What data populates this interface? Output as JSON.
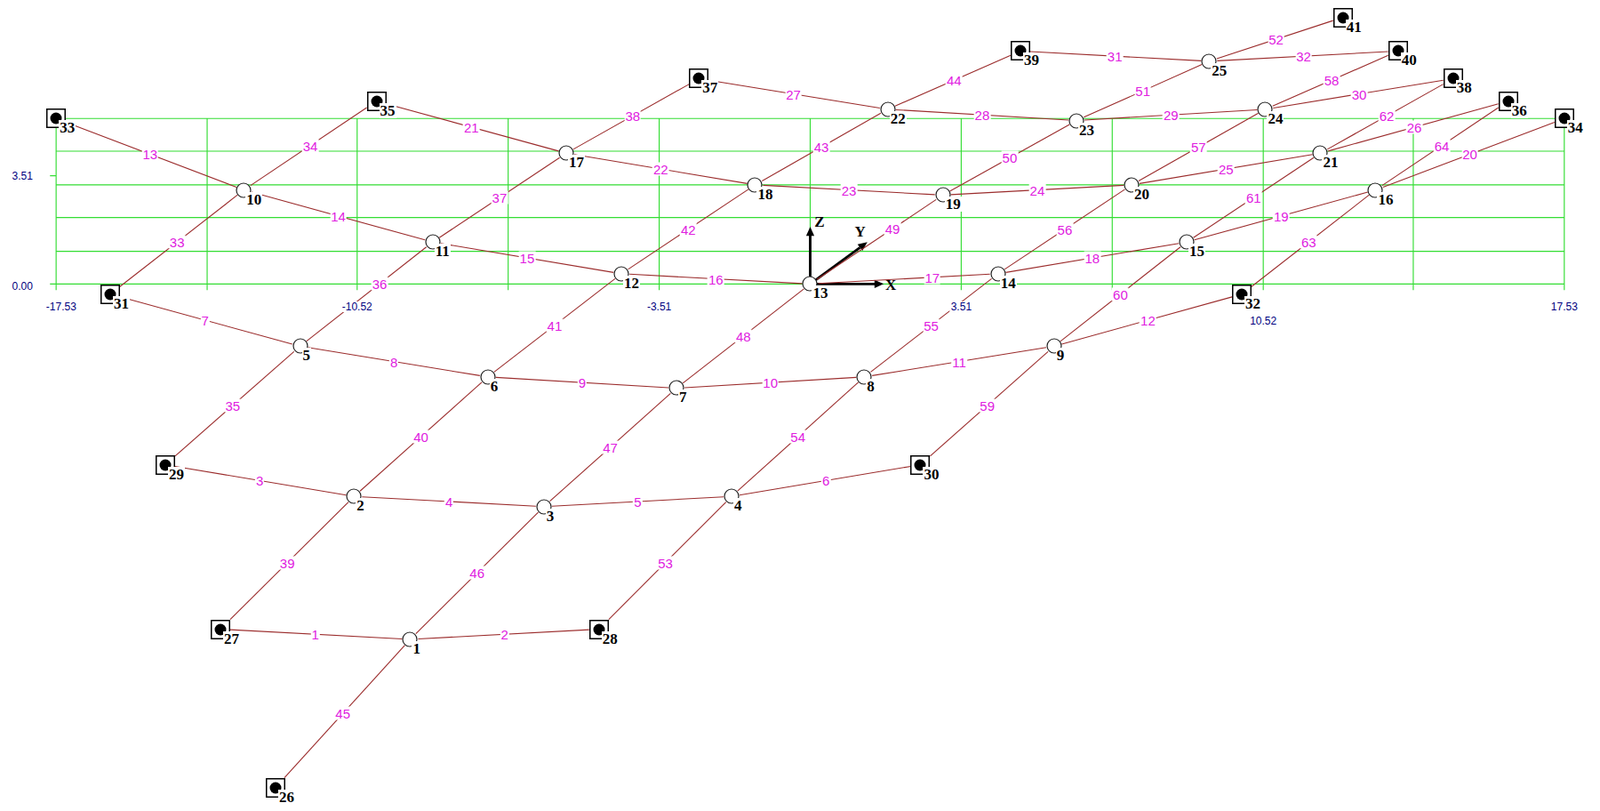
{
  "diagram": {
    "nodes": [
      {
        "text": [
          "1"
        ]
      },
      {
        "text": [
          "2"
        ]
      },
      {
        "text": [
          "3"
        ]
      },
      {
        "text": [
          "4"
        ]
      },
      {
        "text": [
          "5"
        ]
      },
      {
        "text": [
          "6"
        ]
      },
      {
        "text": [
          "7"
        ]
      },
      {
        "text": [
          "8"
        ]
      },
      {
        "text": [
          "9"
        ]
      },
      {
        "text": [
          "10"
        ]
      },
      {
        "text": [
          "11"
        ]
      },
      {
        "text": [
          "12"
        ]
      },
      {
        "text": [
          "13"
        ]
      },
      {
        "text": [
          "14"
        ]
      },
      {
        "text": [
          "15"
        ]
      },
      {
        "text": [
          "16"
        ]
      },
      {
        "text": [
          "17"
        ]
      },
      {
        "text": [
          "18"
        ]
      },
      {
        "text": [
          "19"
        ]
      },
      {
        "text": [
          "20"
        ]
      },
      {
        "text": [
          "21"
        ]
      },
      {
        "text": [
          "22"
        ]
      },
      {
        "text": [
          "23"
        ]
      },
      {
        "text": [
          "24"
        ]
      },
      {
        "text": [
          "25"
        ]
      },
      {
        "text": [
          "26"
        ]
      },
      {
        "text": [
          "27"
        ]
      },
      {
        "text": [
          "28"
        ]
      },
      {
        "text": [
          "29"
        ]
      },
      {
        "text": [
          "30"
        ]
      },
      {
        "text": [
          "31"
        ]
      },
      {
        "text": [
          "32"
        ]
      },
      {
        "text": [
          "33"
        ]
      },
      {
        "text": [
          "34"
        ]
      },
      {
        "text": [
          "35"
        ]
      },
      {
        "text": [
          "36"
        ]
      },
      {
        "text": [
          "37"
        ]
      },
      {
        "text": [
          "38"
        ]
      },
      {
        "text": [
          "39"
        ]
      },
      {
        "text": [
          "40"
        ]
      },
      {
        "text": [
          "41"
        ]
      }
    ],
    "edges": [
      {
        "from": 26,
        "to": 0,
        "arrow": "none",
        "label": "1"
      },
      {
        "from": 0,
        "to": 27,
        "arrow": "none",
        "label": "2"
      },
      {
        "from": 28,
        "to": 1,
        "arrow": "none",
        "label": "3"
      },
      {
        "from": 1,
        "to": 2,
        "arrow": "none",
        "label": "4"
      },
      {
        "from": 2,
        "to": 3,
        "arrow": "none",
        "label": "5"
      },
      {
        "from": 3,
        "to": 29,
        "arrow": "none",
        "label": "6"
      },
      {
        "from": 30,
        "to": 4,
        "arrow": "none",
        "label": "7"
      },
      {
        "from": 4,
        "to": 5,
        "arrow": "none",
        "label": "8"
      },
      {
        "from": 5,
        "to": 6,
        "arrow": "none",
        "label": "9"
      },
      {
        "from": 6,
        "to": 7,
        "arrow": "none",
        "label": "10"
      },
      {
        "from": 7,
        "to": 8,
        "arrow": "none",
        "label": "11"
      },
      {
        "from": 8,
        "to": 31,
        "arrow": "none",
        "label": "12"
      },
      {
        "from": 32,
        "to": 9,
        "arrow": "none",
        "label": "13"
      },
      {
        "from": 9,
        "to": 10,
        "arrow": "none",
        "label": "14"
      },
      {
        "from": 10,
        "to": 11,
        "arrow": "none",
        "label": "15"
      },
      {
        "from": 11,
        "to": 12,
        "arrow": "none",
        "label": "16"
      },
      {
        "from": 12,
        "to": 13,
        "arrow": "none",
        "label": "17"
      },
      {
        "from": 13,
        "to": 14,
        "arrow": "none",
        "label": "18"
      },
      {
        "from": 14,
        "to": 15,
        "arrow": "none",
        "label": "19"
      },
      {
        "from": 15,
        "to": 33,
        "arrow": "none",
        "label": "20"
      },
      {
        "from": 34,
        "to": 16,
        "arrow": "none",
        "label": "21"
      },
      {
        "from": 16,
        "to": 17,
        "arrow": "none",
        "label": "22"
      },
      {
        "from": 17,
        "to": 18,
        "arrow": "none",
        "label": "23"
      },
      {
        "from": 18,
        "to": 19,
        "arrow": "none",
        "label": "24"
      },
      {
        "from": 19,
        "to": 20,
        "arrow": "none",
        "label": "25"
      },
      {
        "from": 20,
        "to": 35,
        "arrow": "none",
        "label": "26"
      },
      {
        "from": 36,
        "to": 21,
        "arrow": "none",
        "label": "27"
      },
      {
        "from": 21,
        "to": 22,
        "arrow": "none",
        "label": "28"
      },
      {
        "from": 22,
        "to": 23,
        "arrow": "none",
        "label": "29"
      },
      {
        "from": 23,
        "to": 37,
        "arrow": "none",
        "label": "30"
      },
      {
        "from": 38,
        "to": 24,
        "arrow": "none",
        "label": "31"
      },
      {
        "from": 24,
        "to": 39,
        "arrow": "none",
        "label": "32"
      },
      {
        "from": 30,
        "to": 9,
        "arrow": "none",
        "label": "33"
      },
      {
        "from": 9,
        "to": 34,
        "arrow": "none",
        "label": "34"
      },
      {
        "from": 28,
        "to": 4,
        "arrow": "none",
        "label": "35"
      },
      {
        "from": 4,
        "to": 10,
        "arrow": "none",
        "label": "36"
      },
      {
        "from": 10,
        "to": 16,
        "arrow": "none",
        "label": "37"
      },
      {
        "from": 16,
        "to": 36,
        "arrow": "none",
        "label": "38"
      },
      {
        "from": 26,
        "to": 1,
        "arrow": "none",
        "label": "39"
      },
      {
        "from": 1,
        "to": 5,
        "arrow": "none",
        "label": "40"
      },
      {
        "from": 5,
        "to": 11,
        "arrow": "none",
        "label": "41"
      },
      {
        "from": 11,
        "to": 17,
        "arrow": "none",
        "label": "42"
      },
      {
        "from": 17,
        "to": 21,
        "arrow": "none",
        "label": "43"
      },
      {
        "from": 21,
        "to": 38,
        "arrow": "none",
        "label": "44"
      },
      {
        "from": 25,
        "to": 0,
        "arrow": "none",
        "label": "45"
      },
      {
        "from": 0,
        "to": 2,
        "arrow": "none",
        "label": "46"
      },
      {
        "from": 2,
        "to": 6,
        "arrow": "none",
        "label": "47"
      },
      {
        "from": 6,
        "to": 12,
        "arrow": "none",
        "label": "48"
      },
      {
        "from": 12,
        "to": 18,
        "arrow": "none",
        "label": "49"
      },
      {
        "from": 18,
        "to": 22,
        "arrow": "none",
        "label": "50"
      },
      {
        "from": 22,
        "to": 24,
        "arrow": "none",
        "label": "51"
      },
      {
        "from": 24,
        "to": 40,
        "arrow": "none",
        "label": "52"
      },
      {
        "from": 27,
        "to": 3,
        "arrow": "none",
        "label": "53"
      },
      {
        "from": 3,
        "to": 7,
        "arrow": "none",
        "label": "54"
      },
      {
        "from": 7,
        "to": 13,
        "arrow": "none",
        "label": "55"
      },
      {
        "from": 13,
        "to": 19,
        "arrow": "none",
        "label": "56"
      },
      {
        "from": 19,
        "to": 23,
        "arrow": "none",
        "label": "57"
      },
      {
        "from": 23,
        "to": 39,
        "arrow": "none",
        "label": "58"
      },
      {
        "from": 29,
        "to": 8,
        "arrow": "none",
        "label": "59"
      },
      {
        "from": 8,
        "to": 14,
        "arrow": "none",
        "label": "60"
      },
      {
        "from": 14,
        "to": 20,
        "arrow": "none",
        "label": "61"
      },
      {
        "from": 20,
        "to": 37,
        "arrow": "none",
        "label": "62"
      },
      {
        "from": 31,
        "to": 15,
        "arrow": "none",
        "label": "63"
      },
      {
        "from": 15,
        "to": 35,
        "arrow": "none",
        "label": "64"
      }
    ],
    "labels": [
      "3.51",
      "0.00",
      "-17.53",
      "-10.52",
      "-3.51",
      "3.51",
      "10.52",
      "17.53",
      "Z",
      "Y",
      "X"
    ]
  }
}
